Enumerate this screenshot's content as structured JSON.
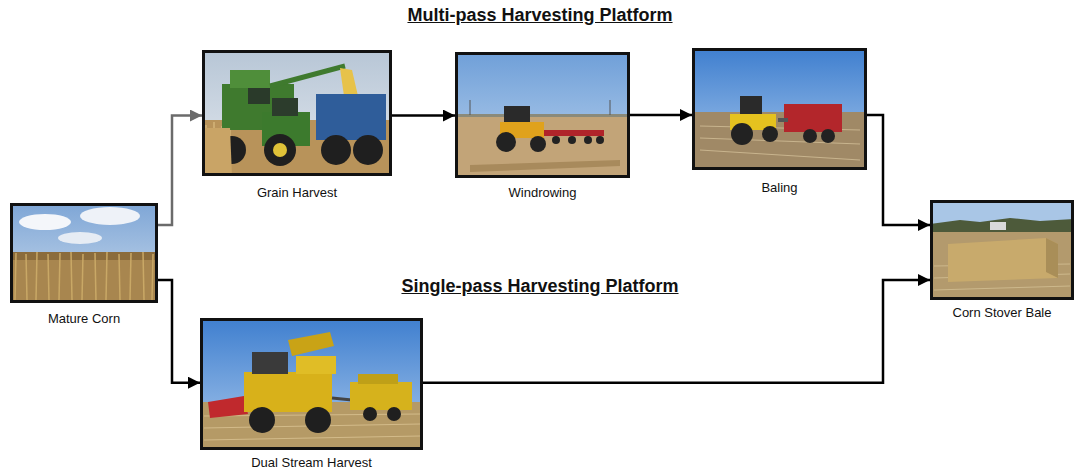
{
  "diagram": {
    "nodes": [
      {
        "text": [
          "Mature Corn"
        ]
      },
      {
        "text": [
          "Grain Harvest"
        ]
      },
      {
        "text": [
          "Windrowing"
        ]
      },
      {
        "text": [
          "Baling"
        ]
      },
      {
        "text": [
          "Corn Stover Bale"
        ]
      },
      {
        "text": [
          "Dual Stream Harvest"
        ]
      }
    ],
    "edges": [
      {
        "from": 0,
        "to": 1,
        "arrow": "to"
      },
      {
        "from": 1,
        "to": 2,
        "arrow": "to"
      },
      {
        "from": 2,
        "to": 3,
        "arrow": "to"
      },
      {
        "from": 3,
        "to": 4,
        "arrow": "to"
      },
      {
        "from": 0,
        "to": 5,
        "arrow": "to"
      },
      {
        "from": 5,
        "to": 4,
        "arrow": "to"
      }
    ],
    "labels": [
      "Multi-pass Harvesting Platform",
      "Single-pass Harvesting Platform"
    ]
  }
}
